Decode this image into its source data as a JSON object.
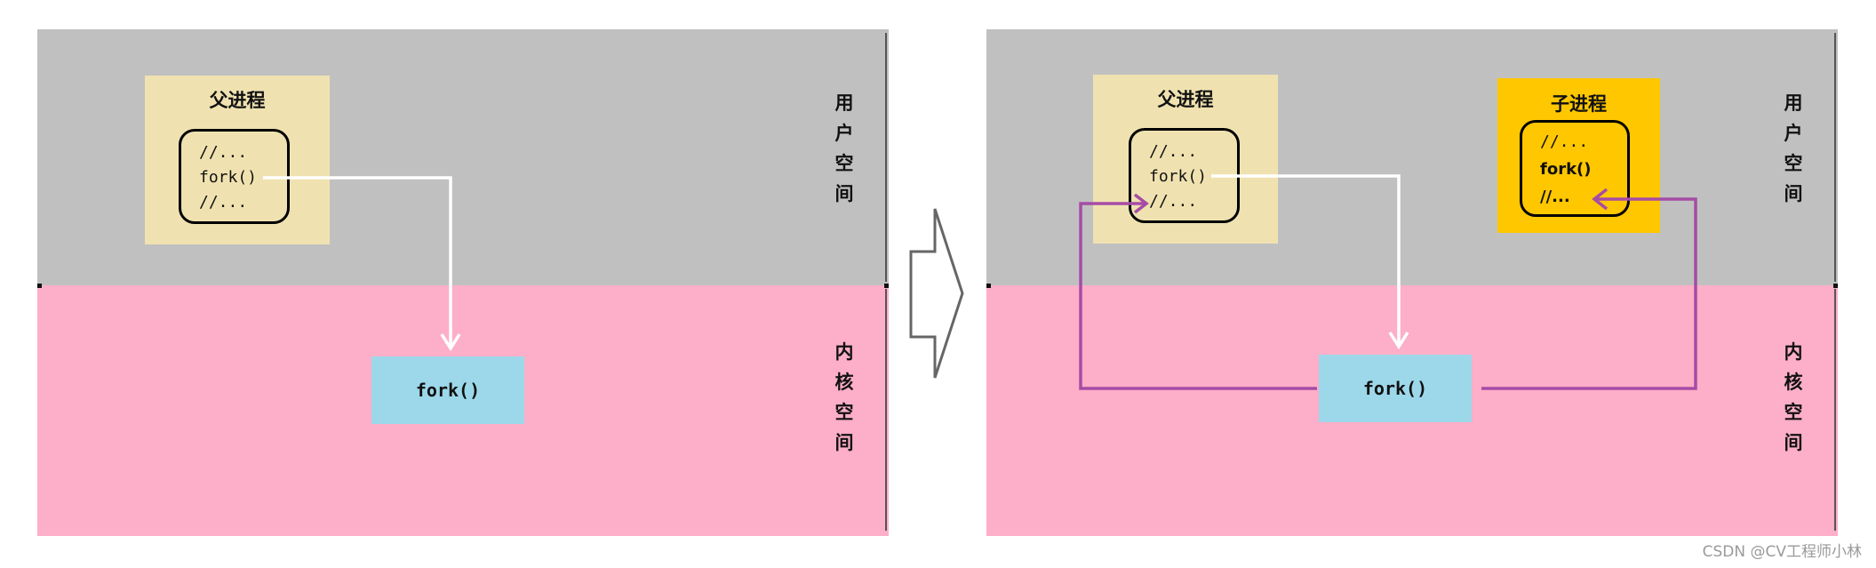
{
  "left_panel": {
    "user_space_label": "用\n户\n空\n间",
    "kernel_space_label": "内\n核\n空\n间",
    "parent_process": {
      "title": "父进程",
      "code_lines": [
        "//...",
        "fork()",
        "//..."
      ]
    },
    "kernel_call": "fork()"
  },
  "right_panel": {
    "user_space_label": "用\n户\n空\n间",
    "kernel_space_label": "内\n核\n空\n间",
    "parent_process": {
      "title": "父进程",
      "code_lines": [
        "//...",
        "fork()",
        "//..."
      ]
    },
    "child_process": {
      "title": "子进程",
      "code_lines": [
        "//...",
        "fork()",
        "//..."
      ]
    },
    "kernel_call": "fork()"
  },
  "watermark": "CSDN @CV工程师小林",
  "colors": {
    "user_space": "#c0c0c0",
    "kernel_space": "#fdaec8",
    "parent_box": "#f0e2b0",
    "child_box": "#ffc700",
    "kernel_box": "#9dd8ea",
    "call_arrow": "#ffffff",
    "return_arrow": "#a64ca6"
  }
}
